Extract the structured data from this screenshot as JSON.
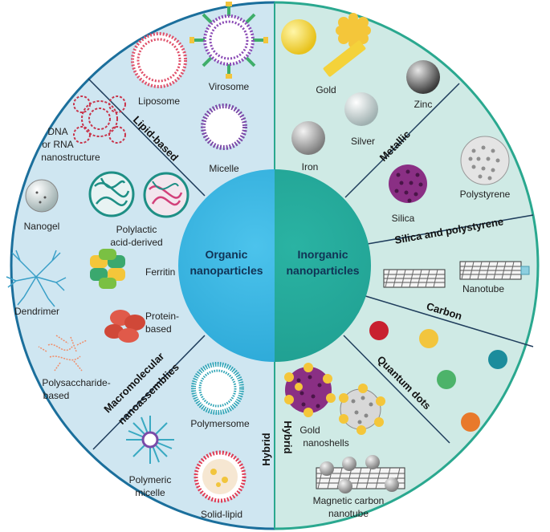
{
  "center": {
    "left": [
      "Organic",
      "nanoparticles"
    ],
    "right": [
      "Inorganic",
      "nanoparticles"
    ]
  },
  "categories": {
    "lipid": "Lipid-based",
    "macro": [
      "Macromolecular",
      "nanoassemblies"
    ],
    "hybrid_left": "Hybrid",
    "hybrid_right": "Hybrid",
    "metallic": "Metallic",
    "silica": "Silica and polystyrene",
    "carbon": "Carbon",
    "quantum": "Quantum dots"
  },
  "items": {
    "liposome": "Liposome",
    "virosome": "Virosome",
    "micelle": "Micelle",
    "dna": [
      "DNA",
      "or RNA",
      "nanostructure"
    ],
    "nanogel": "Nanogel",
    "pla": [
      "Polylactic",
      "acid-derived"
    ],
    "dendrimer": "Dendrimer",
    "ferritin": "Ferritin",
    "protein": [
      "Protein-",
      "based"
    ],
    "polysaccharide": [
      "Polysaccharide-",
      "based"
    ],
    "polymersome": "Polymersome",
    "polymeric_micelle": [
      "Polymeric",
      "micelle"
    ],
    "solid_lipid": "Solid-lipid",
    "gold": "Gold",
    "zinc": "Zinc",
    "silver": "Silver",
    "iron": "Iron",
    "polystyrene": "Polystyrene",
    "silica": "Silica",
    "nanotube": "Nanotube",
    "gold_nanoshells": [
      "Gold",
      "nanoshells"
    ],
    "magnetic_cnt": [
      "Magnetic carbon",
      "nanotube"
    ]
  },
  "colors": {
    "left_bg": "#cfe6f1",
    "right_bg": "#cfeae5",
    "border_left": "#1b6f9c",
    "border_right": "#2aa88f",
    "center_left": "#2aa7d6",
    "center_right": "#1f9e90"
  }
}
